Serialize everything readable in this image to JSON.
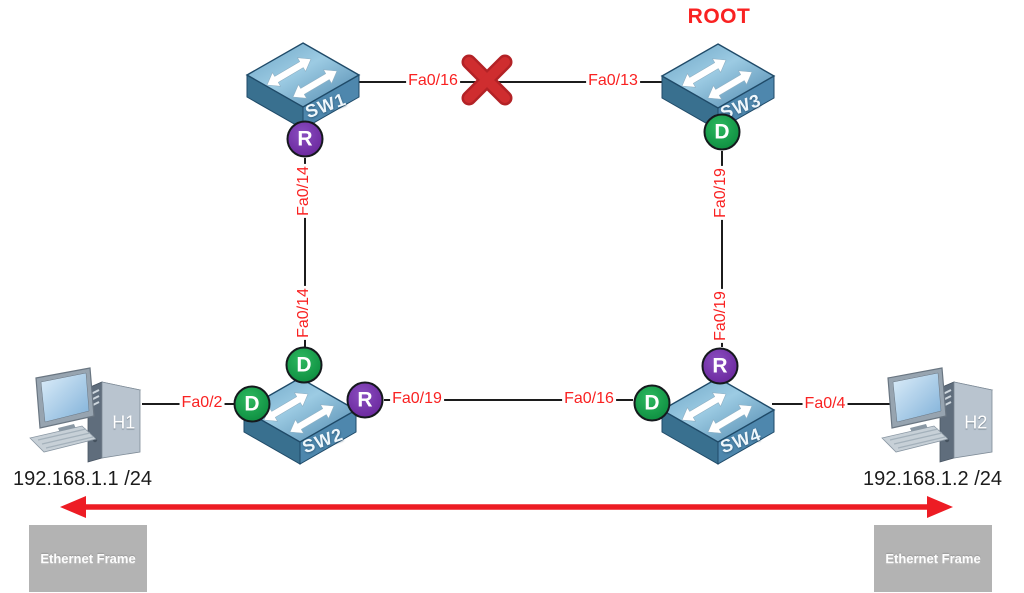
{
  "title_labels": {
    "root": "ROOT"
  },
  "switches": {
    "sw1": {
      "name": "SW1"
    },
    "sw2": {
      "name": "SW2"
    },
    "sw3": {
      "name": "SW3"
    },
    "sw4": {
      "name": "SW4"
    }
  },
  "hosts": {
    "h1": {
      "name": "H1",
      "ip": "192.168.1.1 /24"
    },
    "h2": {
      "name": "H2",
      "ip": "192.168.1.2 /24"
    }
  },
  "ports": {
    "sw1_sw3": "Fa0/16",
    "sw3_sw1": "Fa0/13",
    "sw1_sw2": "Fa0/14",
    "sw2_sw1": "Fa0/14",
    "sw3_sw4": "Fa0/19",
    "sw4_sw3": "Fa0/19",
    "sw2_sw4": "Fa0/19",
    "sw4_sw2": "Fa0/16",
    "sw2_h1": "Fa0/2",
    "sw4_h2": "Fa0/4"
  },
  "badges": {
    "sw1_bottom": "R",
    "sw3_bottom": "D",
    "sw2_top": "D",
    "sw2_left": "D",
    "sw2_right": "R",
    "sw4_top": "R",
    "sw4_left": "D"
  },
  "frames": {
    "left": "Ethernet Frame",
    "right": "Ethernet Frame"
  },
  "colors": {
    "port_label": "#f92222",
    "root_text": "#f92222",
    "designated_badge_green": "#129445",
    "root_port_badge_purple": "#6f2da2",
    "link_line": "#1c1c1c",
    "blocked_x": "#c8292c",
    "flow_arrow": "#ed1c24",
    "frame_box": "#b3b3b3",
    "ip_text": "#1c1c1c"
  }
}
